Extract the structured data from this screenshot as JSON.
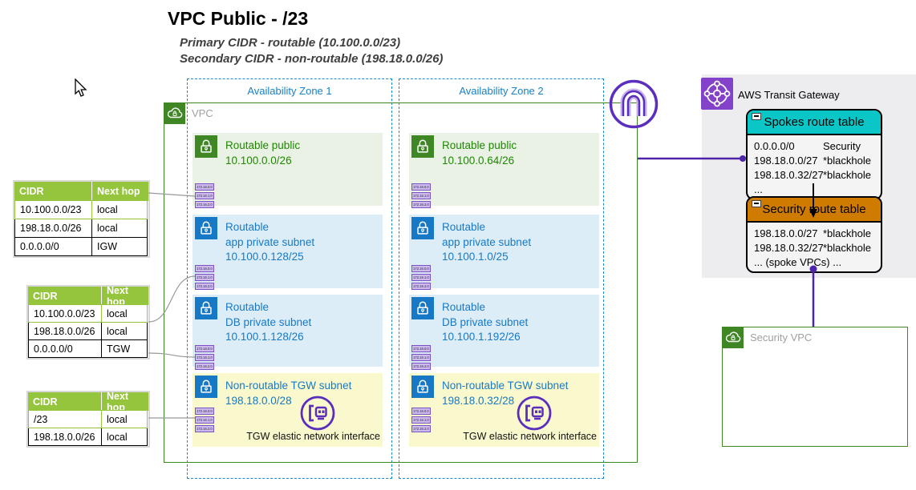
{
  "title": "VPC Public - /23",
  "subtitle1": "Primary CIDR - routable (10.100.0.0/23)",
  "subtitle2": "Secondary CIDR - non-routable (198.18.0.0/26)",
  "availability_zones": [
    {
      "label": "Availability Zone 1"
    },
    {
      "label": "Availability Zone 2"
    }
  ],
  "vpc": {
    "label": "VPC"
  },
  "security_vpc": {
    "label": "Security VPC"
  },
  "route_tables": [
    {
      "headers": [
        "CIDR",
        "Next hop"
      ],
      "rows": [
        [
          "10.100.0.0/23",
          "local"
        ],
        [
          "198.18.0.0/26",
          "local"
        ],
        [
          "0.0.0.0/0",
          "IGW"
        ]
      ]
    },
    {
      "headers": [
        "CIDR",
        "Next hop"
      ],
      "rows": [
        [
          "10.100.0.0/23",
          "local"
        ],
        [
          "198.18.0.0/26",
          "local"
        ],
        [
          "0.0.0.0/0",
          "TGW"
        ]
      ]
    },
    {
      "headers": [
        "CIDR",
        "Next hop"
      ],
      "rows": [
        [
          "/23",
          "local"
        ],
        [
          "198.18.0.0/26",
          "local"
        ]
      ]
    }
  ],
  "subnets": [
    {
      "az": 0,
      "type": "public",
      "lines": [
        "Routable public",
        "10.100.0.0/26"
      ]
    },
    {
      "az": 0,
      "type": "private",
      "lines": [
        "Routable",
        "app private subnet",
        "10.100.0.128/25"
      ]
    },
    {
      "az": 0,
      "type": "private",
      "lines": [
        "Routable",
        "DB private subnet",
        "10.100.1.128/26"
      ]
    },
    {
      "az": 0,
      "type": "tgw",
      "lines": [
        "Non-routable TGW subnet",
        "198.18.0.0/28"
      ],
      "eni_label": "TGW elastic network interface"
    },
    {
      "az": 1,
      "type": "public",
      "lines": [
        "Routable public",
        "10.100.0.64/26"
      ]
    },
    {
      "az": 1,
      "type": "private",
      "lines": [
        "Routable",
        "app private subnet",
        "10.100.1.0/25"
      ]
    },
    {
      "az": 1,
      "type": "private",
      "lines": [
        "Routable",
        "DB private subnet",
        "10.100.1.192/26"
      ]
    },
    {
      "az": 1,
      "type": "tgw",
      "lines": [
        "Non-routable TGW subnet",
        "198.18.0.32/28"
      ],
      "eni_label": "TGW elastic network interface"
    }
  ],
  "ip_tags": [
    "172.16.0.0",
    "172.16.1.0",
    "172.16.2.0"
  ],
  "transit_gateway": {
    "label": "AWS Transit Gateway"
  },
  "tgw_tables": [
    {
      "title": "Spokes route table",
      "header_color": "#0BC6C6",
      "rows": [
        [
          "0.0.0.0/0",
          "Security"
        ],
        [
          "198.18.0.0/27",
          "*blackhole"
        ],
        [
          "198.18.0.32/27",
          "*blackhole"
        ],
        [
          "...",
          ""
        ]
      ]
    },
    {
      "title": "Security route table",
      "header_color": "#CE7B00",
      "rows": [
        [
          "198.18.0.0/27",
          "*blackhole"
        ],
        [
          "198.18.0.32/27",
          "*blackhole"
        ],
        [
          "... (spoke VPCs) ...",
          ""
        ]
      ]
    }
  ],
  "colors": {
    "vpc_border_green": "#3F8624",
    "subnet_green_text": "#1E8900",
    "subnet_blue_text": "#1779C5",
    "table_header_green": "#95C53C",
    "spokes_header_teal": "#0BC6C6",
    "security_header_orange": "#CE7B00",
    "purple_accent": "#5B2EBE"
  }
}
